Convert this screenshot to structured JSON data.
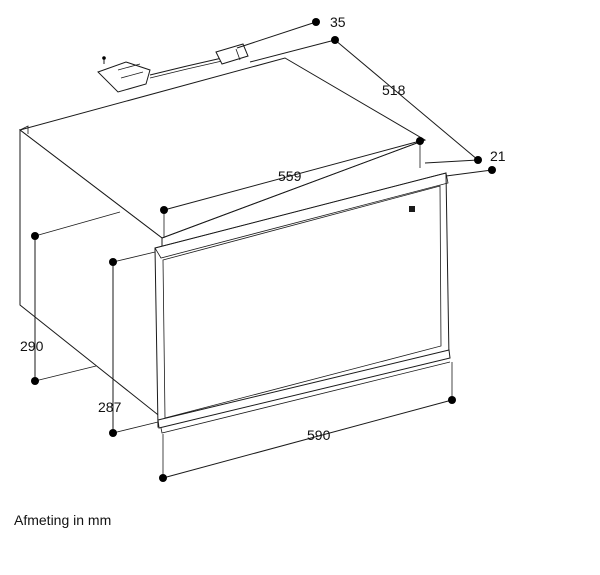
{
  "dimensions": {
    "top_offset": "35",
    "depth": "518",
    "front_thickness": "21",
    "body_width": "559",
    "body_height": "290",
    "front_height": "287",
    "front_width": "590"
  },
  "caption": "Afmeting in mm",
  "colors": {
    "line": "#1a1a1a",
    "dot": "#000000",
    "background": "#ffffff"
  }
}
